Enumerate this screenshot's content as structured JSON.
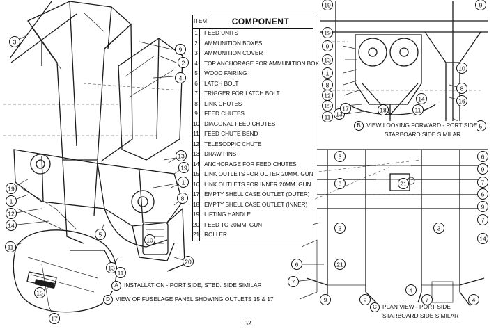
{
  "table": {
    "item_header": "ITEM",
    "component_header": "COMPONENT",
    "rows": [
      {
        "item": "1",
        "component": "FEED UNITS"
      },
      {
        "item": "2",
        "component": "AMMUNITION BOXES"
      },
      {
        "item": "3",
        "component": "AMMUNITION COVER"
      },
      {
        "item": "4",
        "component": "TOP ANCHORAGE FOR AMMUNITION BOX"
      },
      {
        "item": "5",
        "component": "WOOD FAIRING"
      },
      {
        "item": "6",
        "component": "LATCH BOLT"
      },
      {
        "item": "7",
        "component": "TRIGGER FOR LATCH BOLT"
      },
      {
        "item": "8",
        "component": "LINK CHUTES"
      },
      {
        "item": "9",
        "component": "FEED CHUTES"
      },
      {
        "item": "10",
        "component": "DIAGONAL FEED CHUTES"
      },
      {
        "item": "11",
        "component": "FEED CHUTE BEND"
      },
      {
        "item": "12",
        "component": "TELESCOPIC CHUTE"
      },
      {
        "item": "13",
        "component": "DRAW PINS"
      },
      {
        "item": "14",
        "component": "ANCHORAGE FOR FEED CHUTES"
      },
      {
        "item": "15",
        "component": "LINK OUTLETS FOR OUTER 20MM. GUN"
      },
      {
        "item": "16",
        "component": "LINK OUTLETS FOR INNER 20MM. GUN"
      },
      {
        "item": "17",
        "component": "EMPTY SHELL CASE OUTLET (OUTER)"
      },
      {
        "item": "18",
        "component": "EMPTY SHELL CASE OUTLET (INNER)"
      },
      {
        "item": "19",
        "component": "LIFTING HANDLE"
      },
      {
        "item": "20",
        "component": "FEED TO 20MM. GUN"
      },
      {
        "item": "21",
        "component": "ROLLER"
      }
    ]
  },
  "captions": {
    "installation": {
      "letter": "A",
      "text": "INSTALLATION - PORT SIDE, STBD. SIDE SIMILAR"
    },
    "fuselage_panel": {
      "letter": "D",
      "text": "VIEW OF FUSELAGE PANEL SHOWING OUTLETS 15 & 17"
    },
    "forward_view": {
      "letter": "B",
      "line1": "VIEW LOOKING FORWARD - PORT SIDE",
      "line2": "STARBOARD SIDE SIMILAR"
    },
    "plan_view": {
      "letter": "C",
      "line1": "PLAN VIEW - PORT SIDE",
      "line2": "STARBOARD SIDE SIMILAR"
    }
  },
  "callouts": {
    "main_view": [
      "3",
      "9",
      "2",
      "4",
      "13",
      "19",
      "1",
      "8",
      "19",
      "1",
      "12",
      "14",
      "11",
      "5",
      "10",
      "20",
      "13",
      "11",
      "15",
      "17"
    ],
    "view_b": [
      "19",
      "19",
      "9",
      "13",
      "1",
      "8",
      "12",
      "15",
      "11",
      "13",
      "17",
      "18",
      "14",
      "11",
      "10",
      "8",
      "16",
      "5",
      "9"
    ],
    "view_c": [
      "3",
      "3",
      "6",
      "9",
      "7",
      "21",
      "6",
      "9",
      "7",
      "3",
      "3",
      "14",
      "6",
      "7",
      "21",
      "4",
      "9",
      "9",
      "7",
      "4"
    ]
  },
  "page_number": "52"
}
